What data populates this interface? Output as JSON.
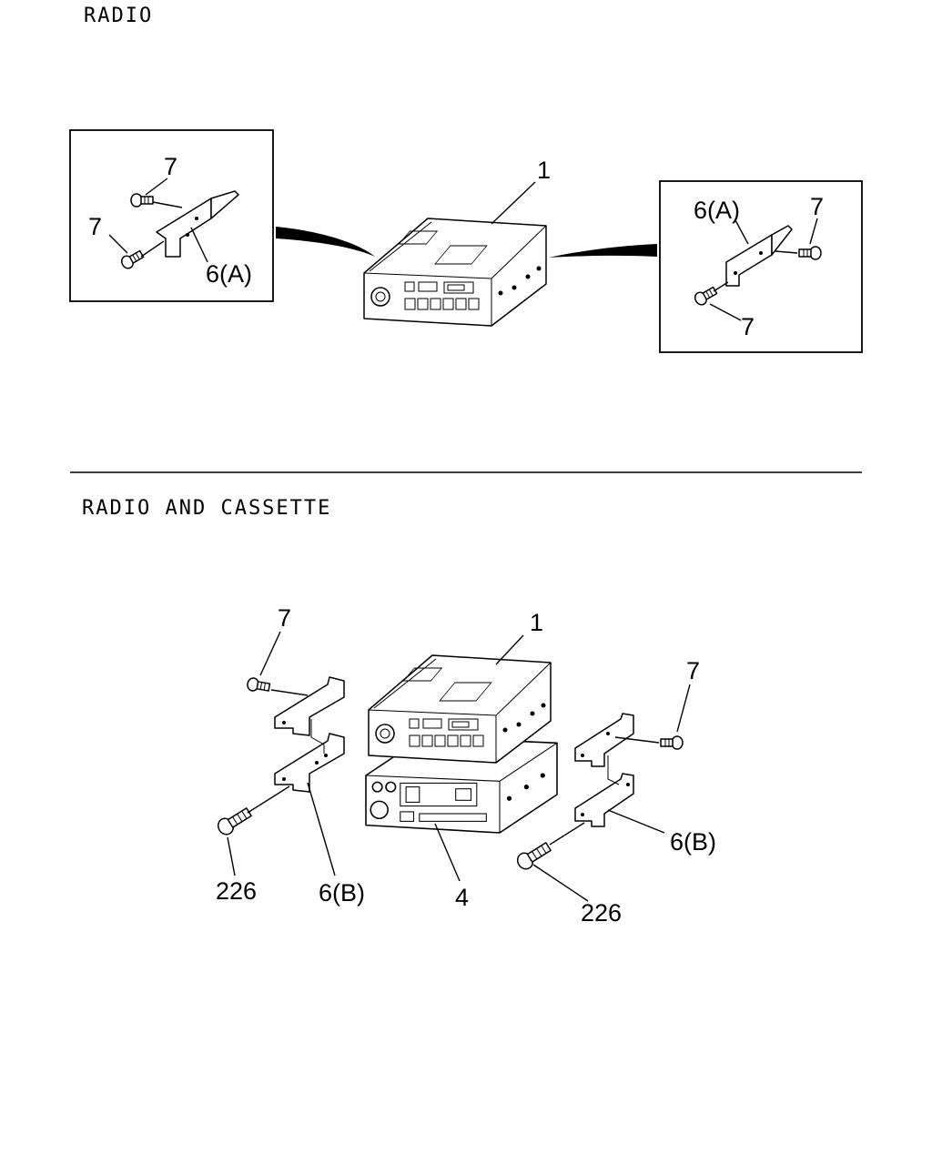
{
  "sections": [
    {
      "title": "RADIO",
      "callouts": {
        "radio": "1",
        "left_bolt_top": "7",
        "left_bolt_bottom": "7",
        "left_bracket": "6(A)",
        "right_bracket": "6(A)",
        "right_bolt_top": "7",
        "right_bolt_bottom": "7"
      }
    },
    {
      "title": "RADIO AND CASSETTE",
      "callouts": {
        "radio": "1",
        "cassette": "4",
        "left_bolt_top": "7",
        "left_bolt_bottom": "226",
        "left_bracket": "6(B)",
        "right_bolt_top": "7",
        "right_bracket": "6(B)",
        "right_bolt_bottom": "226"
      }
    }
  ]
}
